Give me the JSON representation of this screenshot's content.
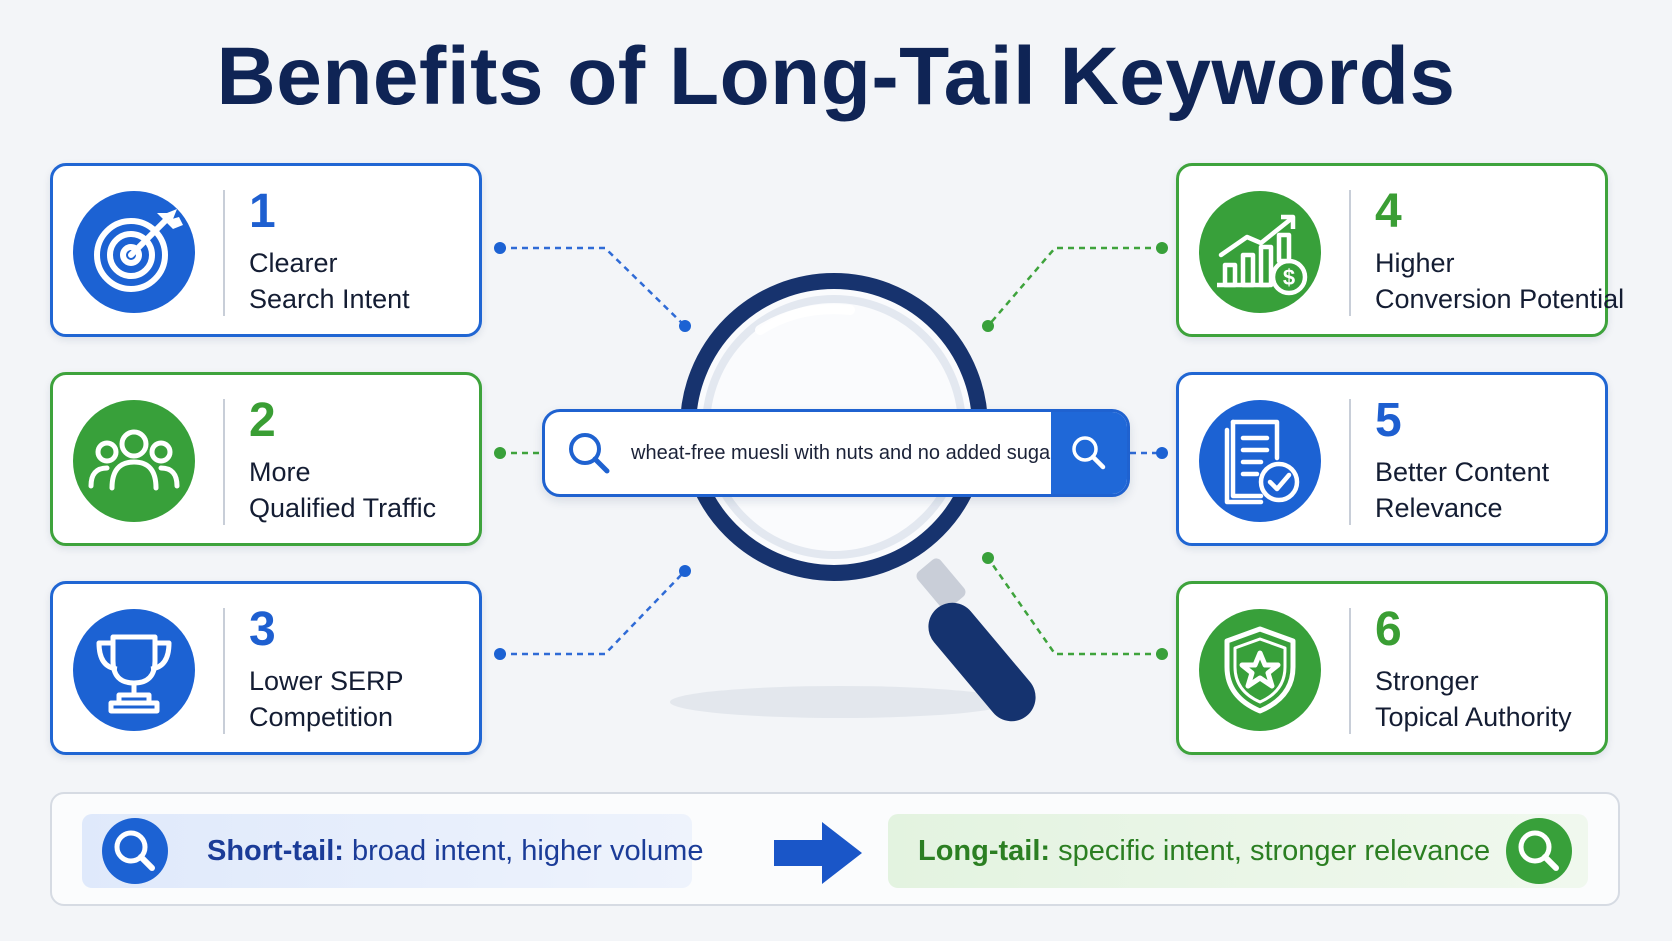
{
  "title": "Benefits of Long-Tail Keywords",
  "colors": {
    "blue": "#1c62d3",
    "green": "#38a03a",
    "navy": "#0f2455"
  },
  "benefits": [
    {
      "num": "1",
      "line1": "Clearer",
      "line2": "Search Intent",
      "color": "blue",
      "icon": "target-arrow-icon"
    },
    {
      "num": "2",
      "line1": "More",
      "line2": "Qualified Traffic",
      "color": "green",
      "icon": "users-group-icon"
    },
    {
      "num": "3",
      "line1": "Lower SERP",
      "line2": "Competition",
      "color": "blue",
      "icon": "trophy-icon"
    },
    {
      "num": "4",
      "line1": "Higher",
      "line2": "Conversion Potential",
      "color": "green",
      "icon": "growth-chart-dollar-icon"
    },
    {
      "num": "5",
      "line1": "Better Content",
      "line2": "Relevance",
      "color": "blue",
      "icon": "document-check-icon"
    },
    {
      "num": "6",
      "line1": "Stronger",
      "line2": "Topical Authority",
      "color": "green",
      "icon": "shield-star-icon"
    }
  ],
  "search": {
    "query": "wheat-free muesli with nuts and no added sugar"
  },
  "comparison": {
    "short": {
      "label": "Short-tail:",
      "desc": "broad intent, higher volume"
    },
    "long": {
      "label": "Long-tail:",
      "desc": "specific intent, stronger relevance"
    }
  }
}
